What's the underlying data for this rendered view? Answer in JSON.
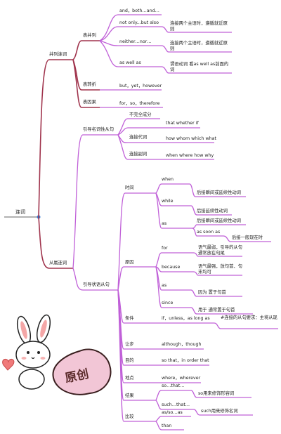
{
  "root": "连词",
  "branches": {
    "coordinating": {
      "label": "并列连词",
      "sub": {
        "parallel": {
          "label": "表并列",
          "items": [
            {
              "text": "and，both…and…"
            },
            {
              "text": "not only...but also",
              "note": "连接两个主语时，遵循就近原则"
            },
            {
              "text": "neither…nor…",
              "note": "连接两个主语时，遵循就近原则"
            },
            {
              "text": "as well as",
              "note": "谓语动词 看as well as前面的词"
            }
          ]
        },
        "transition": {
          "label": "表转折",
          "item": "but，yet，however"
        },
        "cause_effect": {
          "label": "表因果",
          "item": "for，so，therefore"
        }
      }
    },
    "subordinating": {
      "label": "从属连词",
      "noun_clause": {
        "label": "引导名词性从句",
        "items": [
          {
            "label": "不完全成分",
            "value": ""
          },
          {
            "label": "",
            "value": "that whether if"
          },
          {
            "label": "连接代词",
            "value": "how whom which what"
          },
          {
            "label": "连接副词",
            "value": "when where how why"
          }
        ]
      },
      "adverbial_clause": {
        "label": "引导状语从句",
        "time": {
          "label": "时间",
          "items": [
            {
              "word": "when",
              "notes": [
                "后接瞬间或延续性动词"
              ]
            },
            {
              "word": "while",
              "notes": [
                "后接延续性动词"
              ]
            },
            {
              "word": "as",
              "notes": [
                "后接瞬间或延续性动词"
              ]
            },
            {
              "word": "as soon as",
              "notes": [
                "后接一般现在时"
              ]
            }
          ]
        },
        "reason": {
          "label": "原因",
          "items": [
            {
              "word": "for",
              "note": "语气最弱，引导的从句通常放在句尾"
            },
            {
              "word": "because",
              "note": "语气最强，放句首、句末均可"
            },
            {
              "word": "as",
              "note": "因为 置于句首"
            },
            {
              "word": "since",
              "note": "用于 通常置于句首"
            }
          ]
        },
        "condition": {
          "label": "条件",
          "item": "if，unless，as long as",
          "note": "#连接的从句要求：主将从现"
        },
        "concession": {
          "label": "让步",
          "item": "although，though"
        },
        "purpose": {
          "label": "目的",
          "item": "so that，in order that"
        },
        "place": {
          "label": "地点",
          "item": "where，wherever"
        },
        "result": {
          "label": "结果",
          "items": [
            {
              "word": "so…that…",
              "note": "so用来修饰形容词"
            },
            {
              "word": "such…that…",
              "note": "such用来修饰名词"
            }
          ]
        },
        "comparison": {
          "label": "比较",
          "items": [
            "as/so…as",
            "than"
          ]
        }
      }
    }
  },
  "badge": "原创",
  "colors": {
    "branch": "#a0344d",
    "sub": "#c060d8",
    "accent": "#3a7bd5",
    "root_line": "#999999"
  }
}
